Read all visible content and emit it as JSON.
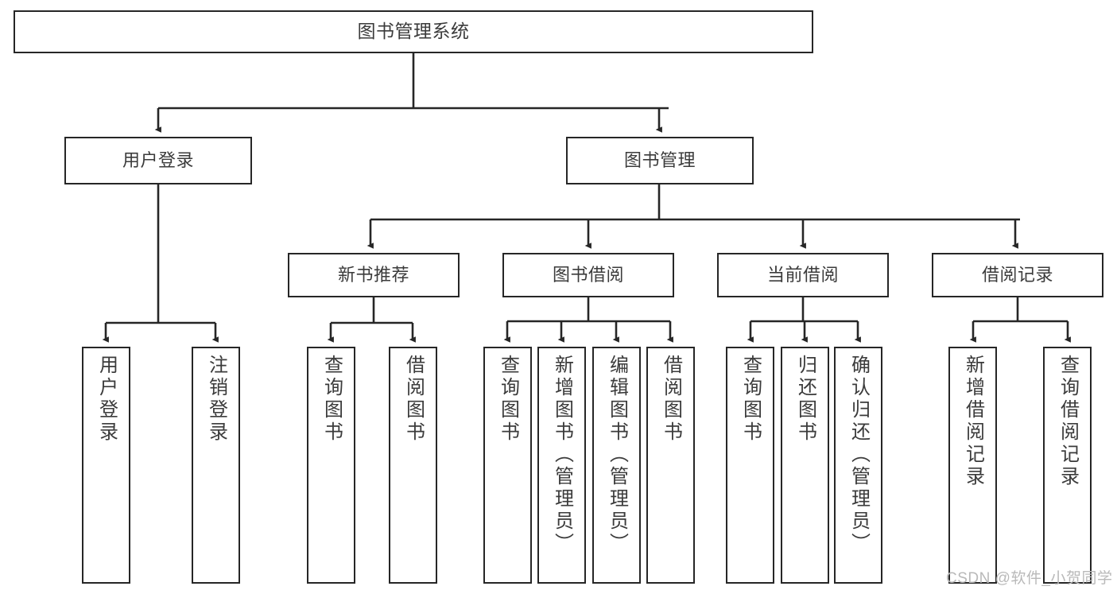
{
  "diagram": {
    "type": "hierarchy-tree",
    "title": "图书管理系统",
    "root": {
      "label": "图书管理系统"
    },
    "level2": [
      {
        "label": "用户登录"
      },
      {
        "label": "图书管理"
      }
    ],
    "level3": [
      {
        "label": "新书推荐"
      },
      {
        "label": "图书借阅"
      },
      {
        "label": "当前借阅"
      },
      {
        "label": "借阅记录"
      }
    ],
    "leaves": {
      "user_login": [
        {
          "label": "用户登录"
        },
        {
          "label": "注销登录"
        }
      ],
      "new_book_recommend": [
        {
          "label": "查询图书"
        },
        {
          "label": "借阅图书"
        }
      ],
      "book_borrow": [
        {
          "label": "查询图书"
        },
        {
          "label": "新增图书（管理员）"
        },
        {
          "label": "编辑图书（管理员）"
        },
        {
          "label": "借阅图书"
        }
      ],
      "current_borrow": [
        {
          "label": "查询图书"
        },
        {
          "label": "归还图书"
        },
        {
          "label": "确认归还（管理员）"
        }
      ],
      "borrow_records": [
        {
          "label": "新增借阅记录"
        },
        {
          "label": "查询借阅记录"
        }
      ]
    }
  },
  "watermark": {
    "text": "CSDN @软件_小贺同学"
  },
  "colors": {
    "box_border": "#262626",
    "box_fill": "#ffffff",
    "text": "#3b3b3b",
    "edge": "#262626",
    "watermark": "#b9b9b9"
  }
}
